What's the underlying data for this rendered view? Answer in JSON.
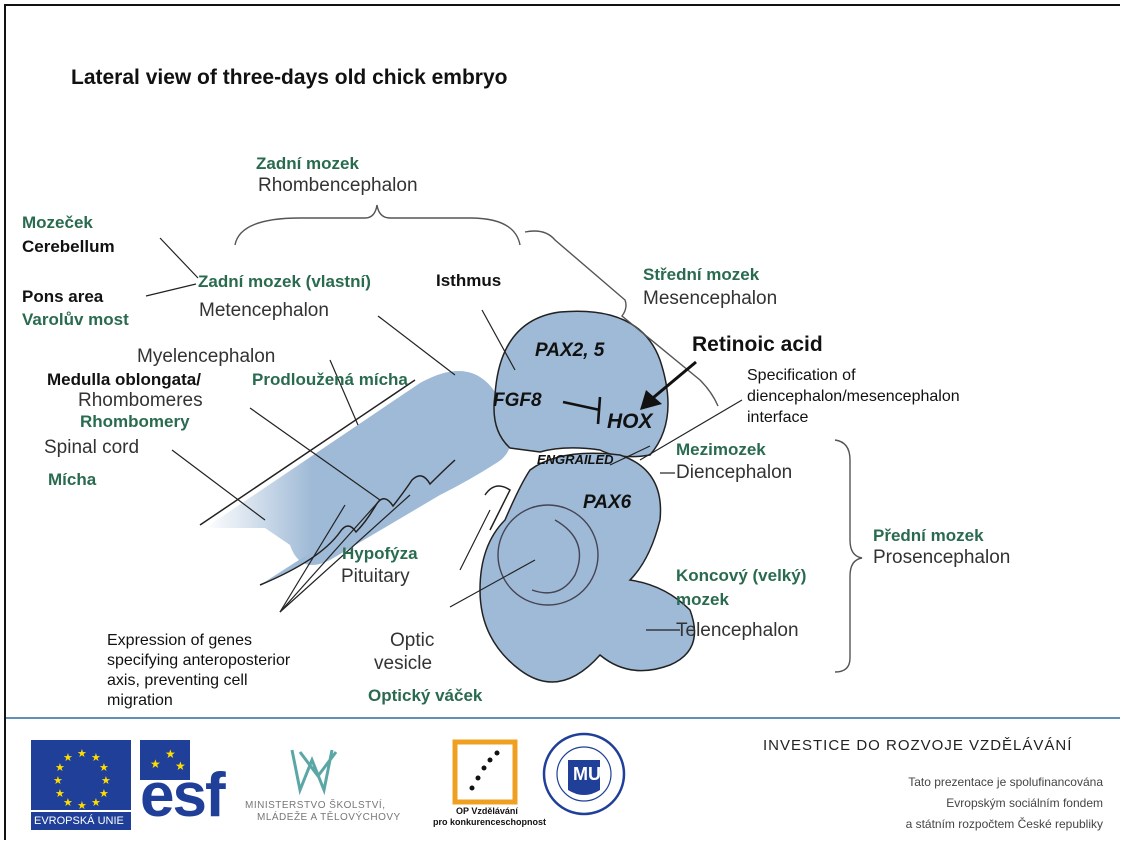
{
  "slide": {
    "title": "Lateral view of three-days old chick embryo"
  },
  "labels": {
    "zadni_mozek": "Zadní mozek",
    "rhombencephalon": "Rhombencephalon",
    "mozecek": "Mozeček",
    "cerebellum": "Cerebellum",
    "zadni_mozek_vlastni": "Zadní mozek (vlastní)",
    "isthmus": "Isthmus",
    "stredni_mozek": "Střední mozek",
    "mesencephalon": "Mesencephalon",
    "pons_area": "Pons area",
    "varoluv_most": "Varolův most",
    "metencephalon": "Metencephalon",
    "myelencephalon": "Myelencephalon",
    "pax25": "PAX2, 5",
    "retinoic_acid": "Retinoic acid",
    "medulla_oblongata": "Medulla oblongata/",
    "prodlouzena_micha": "Prodloužená mícha",
    "specification_line1": "Specification of",
    "specification_line2": "diencephalon/mesencephalon",
    "specification_line3": "interface",
    "rhombomeres": "Rhombomeres",
    "rhombomery": "Rhombomery",
    "fgf8": "FGF8",
    "hox": "HOX",
    "spinal_cord": "Spinal cord",
    "micha": "Mícha",
    "engrailed": "ENGRAILED",
    "mezimozek": "Mezimozek",
    "diencephalon": "Diencephalon",
    "pax6": "PAX6",
    "hypofyza": "Hypofýza",
    "pituitary": "Pituitary",
    "predni_mozek": "Přední mozek",
    "prosencephalon": "Prosencephalon",
    "koncovy_line1": "Koncový (velký)",
    "koncovy_line2": "mozek",
    "telencephalon": "Telencephalon",
    "optic_line1": "Optic",
    "optic_line2": "vesicle",
    "opticky_vacek": "Optický váček",
    "expression_line1": "Expression of genes",
    "expression_line2": "specifying anteroposterior",
    "expression_line3": "axis, preventing cell",
    "expression_line4": "migration"
  },
  "footer": {
    "eu_caption": "EVROPSKÁ UNIE",
    "esf_text": "esf",
    "msmt_line1": "MINISTERSTVO ŠKOLSTVÍ,",
    "msmt_line2": "MLÁDEŽE A TĚLOVÝCHOVY",
    "op_line1": "OP Vzdělávání",
    "op_line2": "pro konkurenceschopnost",
    "mu_monogram": "MU",
    "investice": "INVESTICE DO ROZVOJE VZDĚLÁVÁNÍ",
    "cofin_line1": "Tato prezentace je spolufinancována",
    "cofin_line2": "Evropským sociálním fondem",
    "cofin_line3": "a státním rozpočtem České republiky"
  },
  "colors": {
    "embryo_fill": "#9fbad6",
    "label_green": "#2a6b50",
    "separator_blue": "#2e6aa0",
    "eu_blue": "#1f3f99",
    "eu_star": "#ffdd00"
  }
}
